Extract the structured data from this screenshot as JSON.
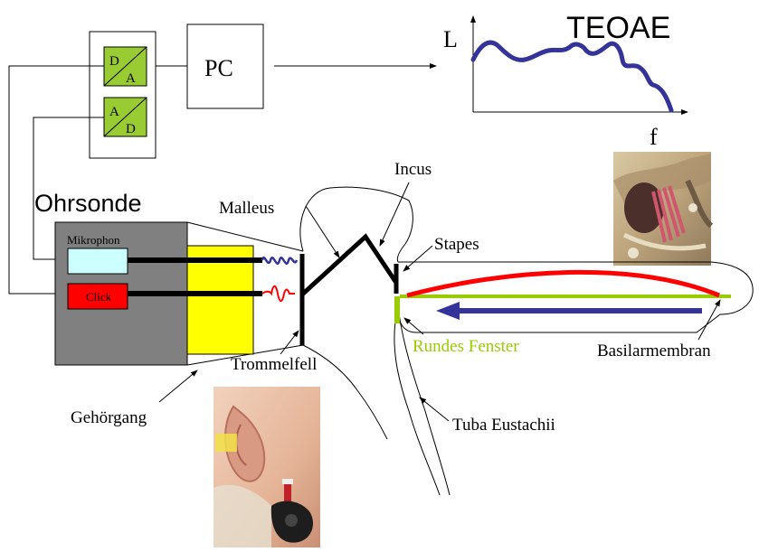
{
  "labels": {
    "converter_da_top": "D",
    "converter_da_bottom": "A",
    "converter_ad_top": "A",
    "converter_ad_bottom": "D",
    "pc": "PC",
    "graph_title": "TEOAE",
    "graph_y": "L",
    "graph_x": "f",
    "ohrsonde": "Ohrsonde",
    "mikrophon": "Mikrophon",
    "click": "Click",
    "malleus": "Malleus",
    "incus": "Incus",
    "stapes": "Stapes",
    "rundes_fenster": "Rundes Fenster",
    "basilarmembran": "Basilarmembran",
    "trommelfell": "Trommelfell",
    "gehoergang": "Gehörgang",
    "tuba": "Tuba Eustachii"
  },
  "colors": {
    "converter_fill": "#99cc33",
    "mikrophon_fill": "#ccffff",
    "click_fill": "#ff0000",
    "probe_body": "#808080",
    "probe_tip": "#ffff00",
    "wave_blue": "#333399",
    "wave_red": "#ff0000",
    "membrane_red": "#ff0000",
    "membrane_green": "#99cc00",
    "arrow_blue": "#333399",
    "rundes_fenster_text": "#99cc00"
  },
  "photos": {
    "cochlea_photo": "cochlea-micrograph",
    "ear_photo": "infant-ear-probe"
  }
}
